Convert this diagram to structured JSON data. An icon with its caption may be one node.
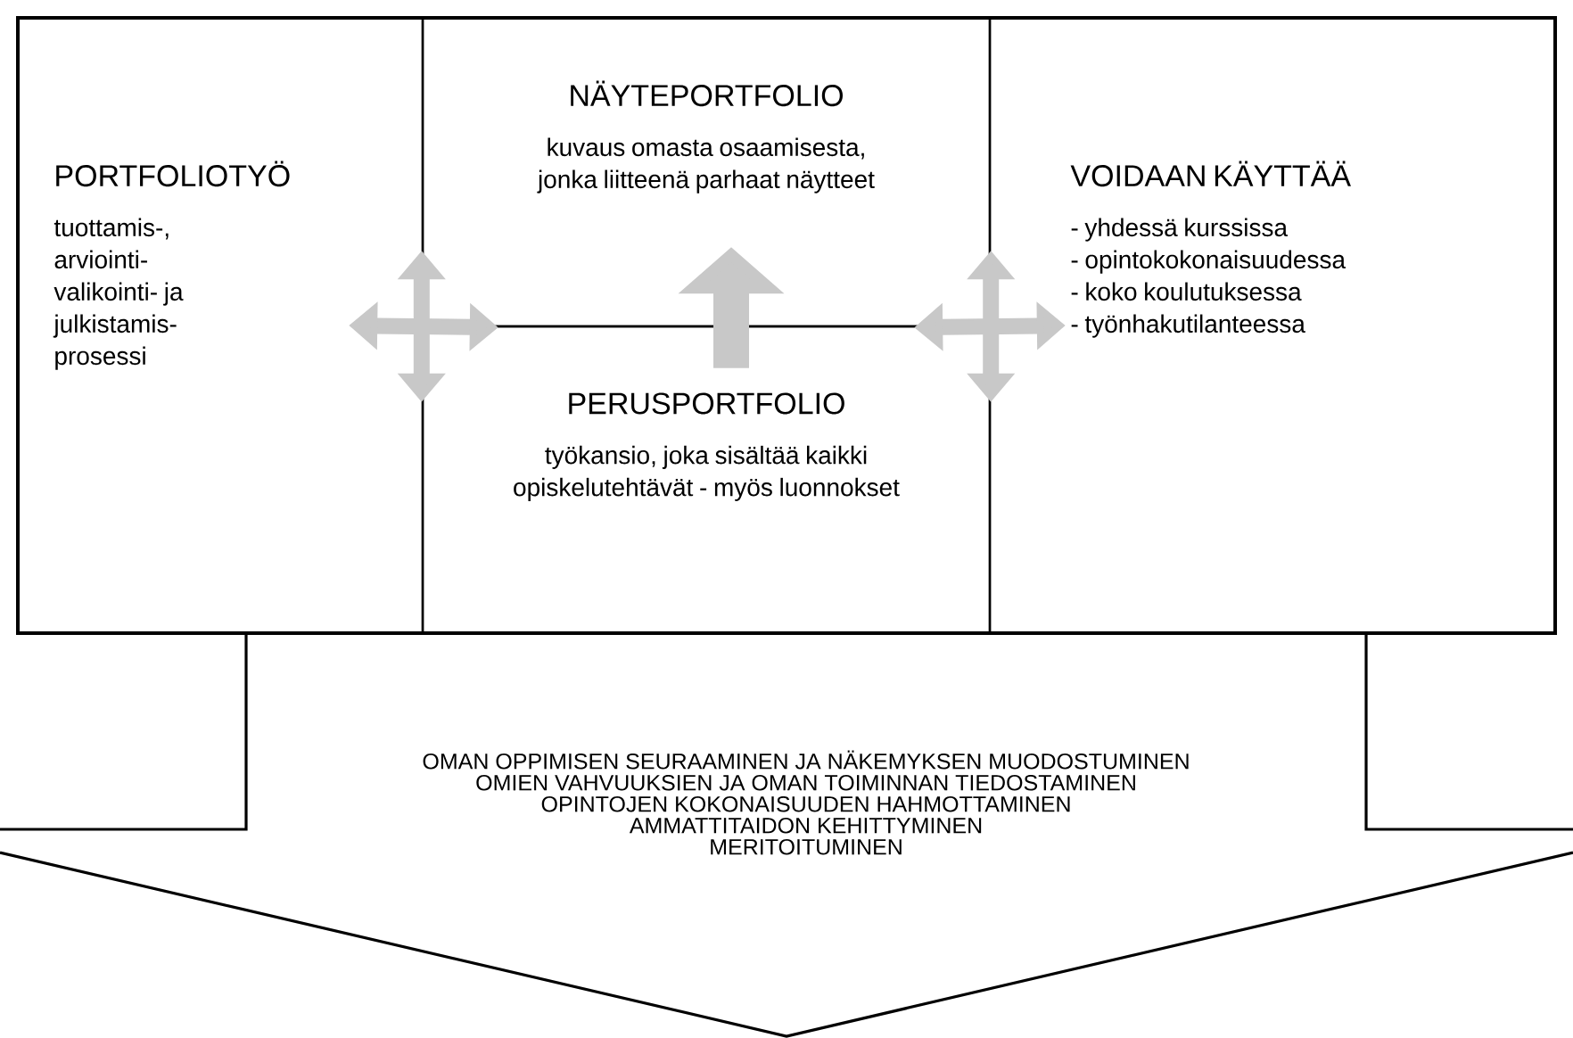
{
  "diagram": {
    "nodes": [
      {
        "text": [
          "PORTFOLIOTYÖ",
          "tuottamis-, arviointi- valikointi- ja julkistamis- prosessi"
        ]
      },
      {
        "text": [
          "NÄYTEPORTFOLIO",
          "kuvaus omasta osaamisesta, jonka liitteenä parhaat näytteet"
        ]
      },
      {
        "text": [
          "PERUSPORTFOLIO",
          "työkansio, joka sisältää kaikki opiskelutehtävät - myös luonnokset"
        ]
      },
      {
        "text": [
          "VOIDAAN KÄYTTÄÄ",
          "- yhdessä kurssissa",
          "- opintokokonaisuudessa",
          "- koko koulutuksessa",
          "- työnhakutilanteessa"
        ]
      },
      {
        "text": [
          "OMAN OPPIMISEN SEURAAMINEN JA NÄKEMYKSEN MUODOSTUMINEN",
          "OMIEN VAHVUUKSIEN JA OMAN TOIMINNAN TIEDOSTAMINEN",
          "OPINTOJEN KOKONAISUUDEN HAHMOTTAMINEN",
          "AMMATTITAIDON KEHITTYMINEN",
          "MERITOITUMINEN"
        ]
      }
    ],
    "edges": [
      {
        "from": 0,
        "to": 1,
        "arrow": "both"
      },
      {
        "from": 1,
        "to": 2,
        "arrow": "both"
      },
      {
        "from": 2,
        "to": 1,
        "arrow": "to",
        "style": "thick"
      },
      {
        "from": 3,
        "to": 1,
        "arrow": "both"
      },
      {
        "from": 1,
        "to": 2,
        "arrow": "both"
      }
    ]
  }
}
